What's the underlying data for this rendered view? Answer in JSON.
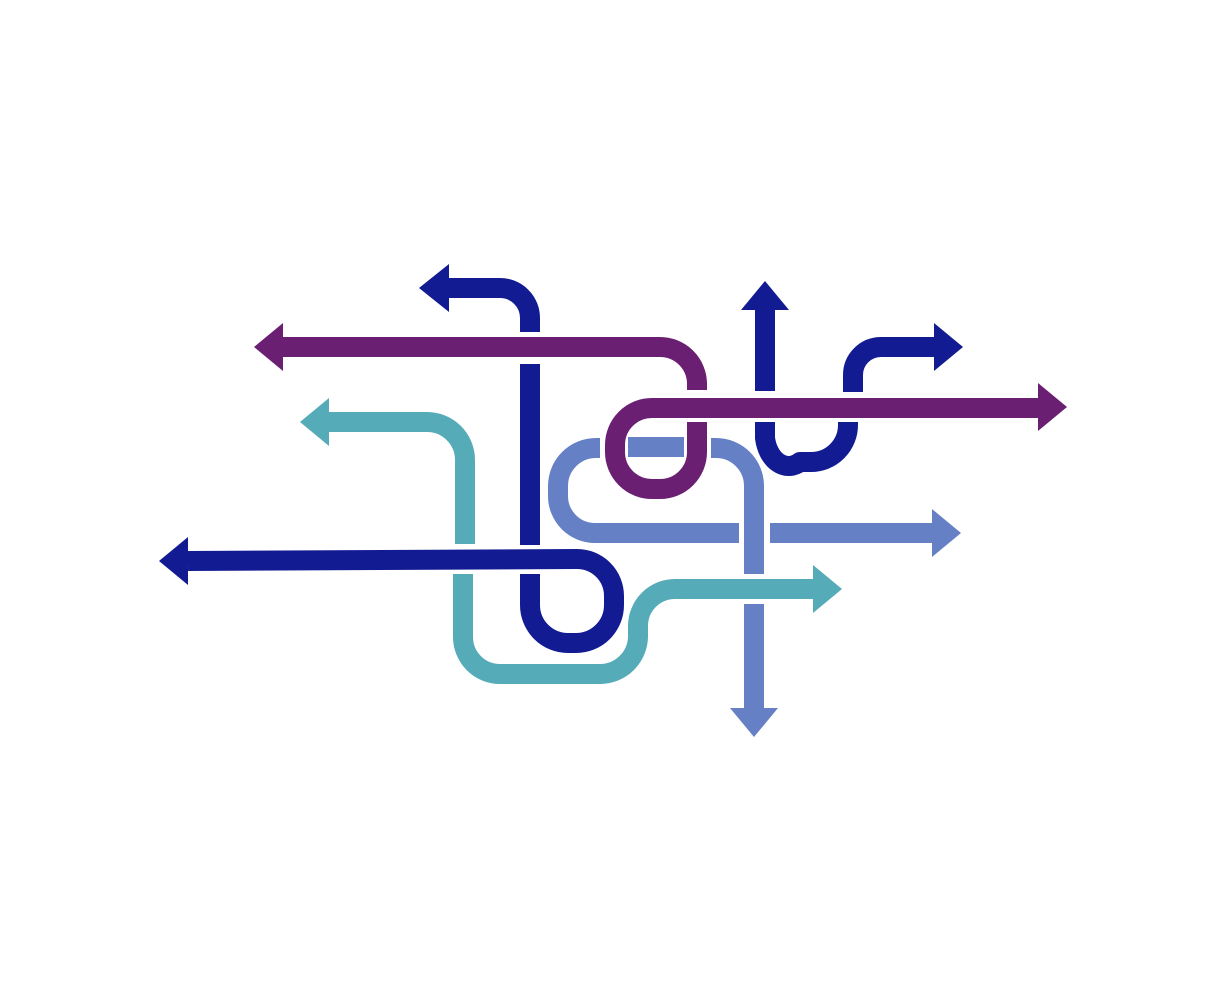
{
  "illustration": {
    "kind": "tangled-arrows",
    "background": "#ffffff",
    "palette": {
      "navy": "#131b92",
      "purple": "#6a1f72",
      "teal": "#55abb7",
      "blue": "#6580c4"
    },
    "arrows": [
      {
        "name": "navy-left-hook-arrow",
        "color": "navy",
        "direction": "left"
      },
      {
        "name": "purple-long-left-arrow",
        "color": "purple",
        "direction": "left"
      },
      {
        "name": "teal-left-arrow",
        "color": "teal",
        "direction": "left"
      },
      {
        "name": "navy-long-left-arrow",
        "color": "navy",
        "direction": "left"
      },
      {
        "name": "navy-up-arrow",
        "color": "navy",
        "direction": "up"
      },
      {
        "name": "navy-right-hook-arrow",
        "color": "navy",
        "direction": "right"
      },
      {
        "name": "purple-long-right-arrow",
        "color": "purple",
        "direction": "right"
      },
      {
        "name": "blue-right-arrow",
        "color": "blue",
        "direction": "right"
      },
      {
        "name": "teal-right-arrow",
        "color": "teal",
        "direction": "right"
      },
      {
        "name": "blue-down-arrow",
        "color": "blue",
        "direction": "down"
      }
    ]
  }
}
